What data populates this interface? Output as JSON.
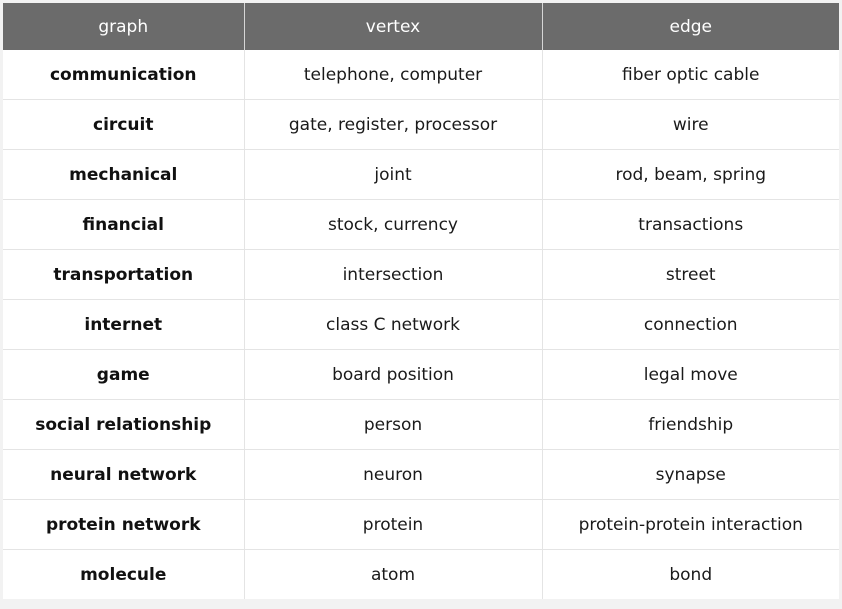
{
  "table": {
    "headers": [
      "graph",
      "vertex",
      "edge"
    ],
    "rows": [
      [
        "communication",
        "telephone, computer",
        "fiber optic cable"
      ],
      [
        "circuit",
        "gate, register, processor",
        "wire"
      ],
      [
        "mechanical",
        "joint",
        "rod, beam, spring"
      ],
      [
        "financial",
        "stock, currency",
        "transactions"
      ],
      [
        "transportation",
        "intersection",
        "street"
      ],
      [
        "internet",
        "class C network",
        "connection"
      ],
      [
        "game",
        "board position",
        "legal move"
      ],
      [
        "social relationship",
        "person",
        "friendship"
      ],
      [
        "neural network",
        "neuron",
        "synapse"
      ],
      [
        "protein network",
        "protein",
        "protein-protein interaction"
      ],
      [
        "molecule",
        "atom",
        "bond"
      ]
    ]
  },
  "colors": {
    "header_background": "#6b6b6b",
    "header_text": "#ffffff",
    "body_background": "#ffffff",
    "grid_line": "#e4e4e4"
  }
}
